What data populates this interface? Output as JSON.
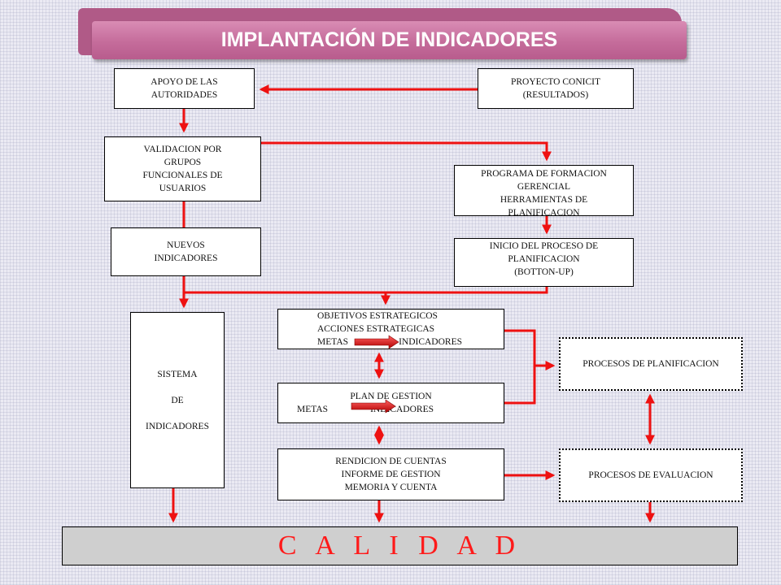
{
  "title": "IMPLANTACIÓN DE INDICADORES",
  "boxes": {
    "apoyo": [
      "APOYO  DE  LAS",
      "AUTORIDADES"
    ],
    "proyecto": [
      "PROYECTO  CONICIT",
      "(RESULTADOS)"
    ],
    "validacion": [
      "VALIDACION  POR",
      "GRUPOS",
      "FUNCIONALES  DE",
      "USUARIOS"
    ],
    "programa": [
      "PROGRAMA  DE  FORMACION",
      "GERENCIAL",
      "HERRAMIENTAS  DE",
      "PLANIFICACION"
    ],
    "nuevos": [
      "NUEVOS",
      "INDICADORES"
    ],
    "inicio": [
      "INICIO DEL PROCESO DE",
      "PLANIFICACION",
      "(BOTTON-UP)"
    ],
    "sistema": [
      "SISTEMA",
      "DE",
      "INDICADORES"
    ],
    "objetivos": {
      "line1": "OBJETIVOS  ESTRATEGICOS",
      "line2": "ACCIONES  ESTRATEGICAS",
      "metas": "METAS",
      "indicadores": "INDICADORES"
    },
    "plan": {
      "line1": "PLAN  DE  GESTION",
      "metas": "METAS",
      "indicadores": "INDICADORES"
    },
    "rendicion": [
      "RENDICION  DE  CUENTAS",
      "INFORME  DE  GESTION",
      "MEMORIA  Y  CUENTA"
    ],
    "planificacion": "PROCESOS  DE   PLANIFICACION",
    "evaluacion": "PROCESOS  DE   EVALUACION"
  },
  "footer": "C A L I D A D",
  "colors": {
    "arrow": "#ee1111",
    "title_bg": "#c56c9b",
    "footer_text": "#ff1a1a"
  }
}
